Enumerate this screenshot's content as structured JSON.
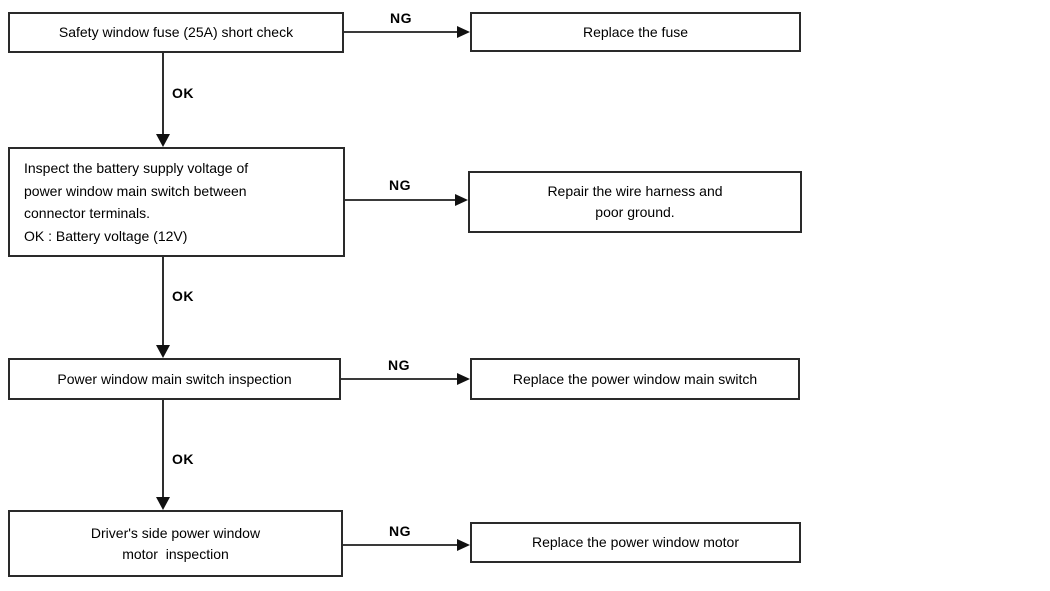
{
  "flowchart": {
    "nodes": {
      "step1": {
        "text": "Safety window fuse (25A) short check"
      },
      "action1": {
        "text": "Replace the fuse"
      },
      "step2": {
        "text": [
          "Inspect the battery supply voltage of",
          "power window main switch between",
          "connector terminals.",
          "OK : Battery voltage (12V)"
        ]
      },
      "action2": {
        "text": [
          "Repair the wire harness and",
          "poor ground."
        ]
      },
      "step3": {
        "text": "Power window main switch inspection"
      },
      "action3": {
        "text": "Replace the power window main switch"
      },
      "step4": {
        "text": [
          "Driver's side power window",
          "motor  inspection"
        ]
      },
      "action4": {
        "text": "Replace the power window motor"
      }
    },
    "labels": {
      "ok": "OK",
      "ng": "NG"
    },
    "colors": {
      "background": "#ffffff",
      "line": "#2e2e2e",
      "text": "#000000"
    }
  }
}
